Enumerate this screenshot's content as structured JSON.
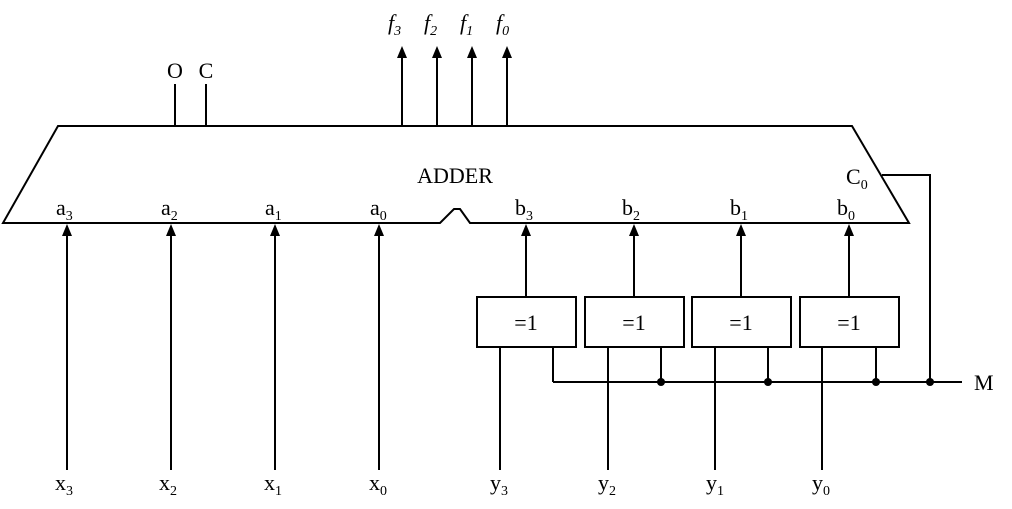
{
  "adder": {
    "title": "ADDER"
  },
  "top_inputs": [
    {
      "main": "O",
      "sub": ""
    },
    {
      "main": "C",
      "sub": ""
    }
  ],
  "outputs": [
    {
      "main": "f",
      "sub": "3"
    },
    {
      "main": "f",
      "sub": "2"
    },
    {
      "main": "f",
      "sub": "1"
    },
    {
      "main": "f",
      "sub": "0"
    }
  ],
  "a_ports": [
    {
      "main": "a",
      "sub": "3"
    },
    {
      "main": "a",
      "sub": "2"
    },
    {
      "main": "a",
      "sub": "1"
    },
    {
      "main": "a",
      "sub": "0"
    }
  ],
  "b_ports": [
    {
      "main": "b",
      "sub": "3"
    },
    {
      "main": "b",
      "sub": "2"
    },
    {
      "main": "b",
      "sub": "1"
    },
    {
      "main": "b",
      "sub": "0"
    }
  ],
  "carry_in": {
    "main": "C",
    "sub": "0"
  },
  "xor_gates": [
    "=1",
    "=1",
    "=1",
    "=1"
  ],
  "x_inputs": [
    {
      "main": "x",
      "sub": "3"
    },
    {
      "main": "x",
      "sub": "2"
    },
    {
      "main": "x",
      "sub": "1"
    },
    {
      "main": "x",
      "sub": "0"
    }
  ],
  "y_inputs": [
    {
      "main": "y",
      "sub": "3"
    },
    {
      "main": "y",
      "sub": "2"
    },
    {
      "main": "y",
      "sub": "1"
    },
    {
      "main": "y",
      "sub": "0"
    }
  ],
  "mode": {
    "label": "M"
  }
}
